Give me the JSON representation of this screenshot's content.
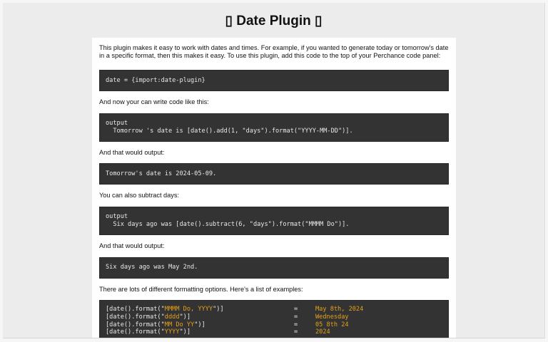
{
  "page": {
    "title": "▯ Date Plugin ▯",
    "title_glyph_left": "missing-glyph-box",
    "title_glyph_right": "missing-glyph-box"
  },
  "content": {
    "intro": "This plugin makes it easy to work with dates and times. For example, if you wanted to generate today or tomorrow's date in a specific format, then this makes it easy. To use this plugin, add this code to the top of your Perchance code panel:",
    "import_code": "date = {import:date-plugin}",
    "label_write_code": "And now your can write code like this:",
    "example1_code": "output\n  Tomorrow 's date is [date().add(1, \"days\").format(\"YYYY-MM-DD\")].",
    "label_output1": "And that would output:",
    "example1_output": "Tomorrow's date is 2024-05-09.",
    "label_subtract": "You can also subtract days:",
    "example2_code": "output\n  Six days ago was [date().subtract(6, \"days\").format(\"MMMM Do\")].",
    "label_output2": "And that would output:",
    "example2_output": "Six days ago was May 2nd.",
    "label_formats": "There are lots of different formatting options. Here's a list of examples:",
    "formats": [
      {
        "prefix": "[date().format(\"",
        "pattern": "MMMM Do, YYYY",
        "suffix": "\")]",
        "eq": "=",
        "result": "May 8th, 2024"
      },
      {
        "prefix": "[date().format(\"",
        "pattern": "dddd",
        "suffix": "\")]",
        "eq": "=",
        "result": "Wednesday"
      },
      {
        "prefix": "[date().format(\"",
        "pattern": "MM Do YY",
        "suffix": "\")]",
        "eq": "=",
        "result": "05 8th 24"
      },
      {
        "prefix": "[date().format(\"",
        "pattern": "YYYY",
        "suffix": "\")]",
        "eq": "=",
        "result": "2024"
      }
    ]
  },
  "colors": {
    "page_bg": "#ececec",
    "panel_bg": "#ffffff",
    "code_bg": "#333333",
    "code_text": "#e8e8e8",
    "highlight": "#e6a11a"
  }
}
